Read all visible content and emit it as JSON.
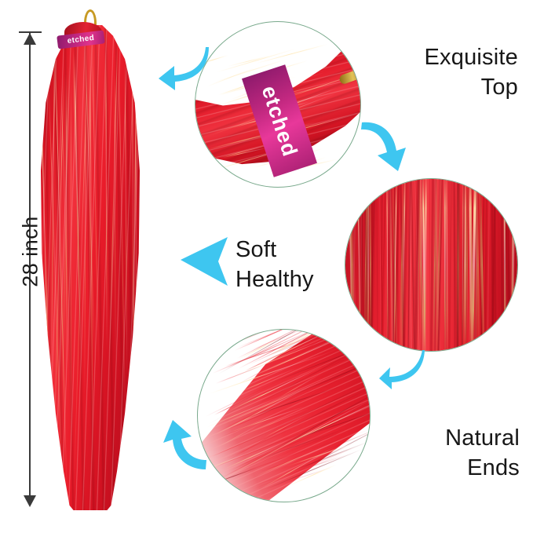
{
  "product": {
    "type": "hair-extension-infographic",
    "background_color": "#ffffff",
    "hair_color": "#e6202f",
    "band_color": "#c22880",
    "arrow_color": "#3ec6f0",
    "circle_border_color": "#79a98c"
  },
  "measurement": {
    "label": "28 inch",
    "unit": "inch",
    "value": 28,
    "orientation": "vertical"
  },
  "brand_band": {
    "text": "etched",
    "full_text_hint": "etched"
  },
  "features": [
    {
      "id": "exquisite-top",
      "line1": "Exquisite",
      "line2": "Top",
      "align": "right"
    },
    {
      "id": "soft-healthy",
      "line1": "Soft",
      "line2": "Healthy",
      "align": "left"
    },
    {
      "id": "natural-ends",
      "line1": "Natural",
      "line2": "Ends",
      "align": "right"
    }
  ],
  "callout_circles": [
    {
      "id": "circle-top",
      "depicts": "bundle-top-with-brand-band"
    },
    {
      "id": "circle-texture",
      "depicts": "strand-texture-closeup"
    },
    {
      "id": "circle-ends",
      "depicts": "tapered-natural-ends"
    }
  ],
  "arrows": [
    {
      "id": "arrow-to-top",
      "direction": "left-down",
      "style": "curved"
    },
    {
      "id": "arrow-top-to-tex",
      "direction": "right-down",
      "style": "curved"
    },
    {
      "id": "arrow-soft",
      "direction": "left",
      "style": "solid-triangle"
    },
    {
      "id": "arrow-tex-to-ends",
      "direction": "left-down",
      "style": "curved"
    },
    {
      "id": "arrow-to-ends",
      "direction": "up-left",
      "style": "curved"
    }
  ]
}
